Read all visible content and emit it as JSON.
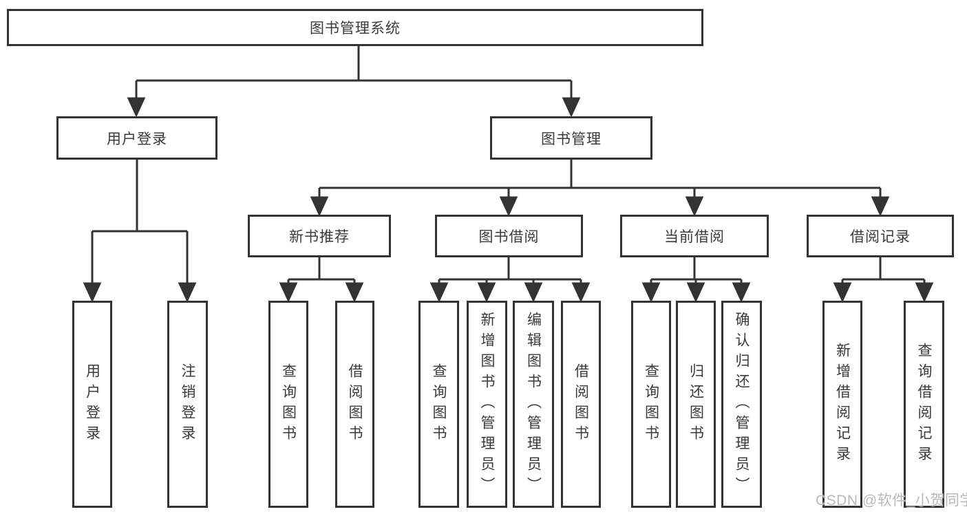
{
  "tree": {
    "label": "图书管理系统",
    "children": [
      {
        "label": "用户登录",
        "children": [
          {
            "label": "用户登录"
          },
          {
            "label": "注销登录"
          }
        ]
      },
      {
        "label": "图书管理",
        "children": [
          {
            "label": "新书推荐",
            "children": [
              {
                "label": "查询图书"
              },
              {
                "label": "借阅图书"
              }
            ]
          },
          {
            "label": "图书借阅",
            "children": [
              {
                "label": "查询图书"
              },
              {
                "label": "新增图书（管理员）"
              },
              {
                "label": "编辑图书（管理员）"
              },
              {
                "label": "借阅图书"
              }
            ]
          },
          {
            "label": "当前借阅",
            "children": [
              {
                "label": "查询图书"
              },
              {
                "label": "归还图书"
              },
              {
                "label": "确认归还（管理员）"
              }
            ]
          },
          {
            "label": "借阅记录",
            "children": [
              {
                "label": "新增借阅记录"
              },
              {
                "label": "查询借阅记录"
              }
            ]
          }
        ]
      }
    ]
  },
  "watermark": {
    "text": "CSDN @软件_小贺同学"
  },
  "colors": {
    "line": "#333333",
    "text": "#3a3a3a",
    "box_background": "#ffffff",
    "page_background": "#ffffff",
    "watermark": "#b9b9b9"
  }
}
